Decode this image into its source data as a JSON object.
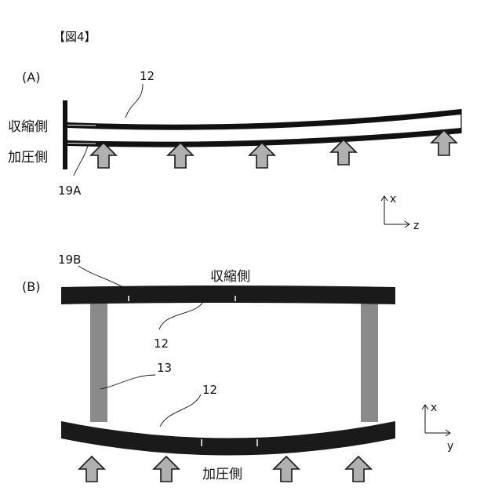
{
  "figure_label": "【図4】",
  "panel_a": {
    "label": "(A)",
    "ref_beam": "12",
    "ref_fixing": "19A",
    "side_top": "収縮側",
    "side_bottom": "加圧側",
    "axis_x": "x",
    "axis_z": "z"
  },
  "panel_b": {
    "label": "(B)",
    "ref_fixing": "19B",
    "side_top": "収縮側",
    "side_bottom": "加圧側",
    "ref_beam_top": "12",
    "ref_spacer": "13",
    "ref_beam_bottom": "12",
    "axis_x": "x",
    "axis_y": "y"
  },
  "colors": {
    "beam": "#1a1a1a",
    "spacer": "#8a8a8a",
    "arrow_fill": "#b0b0b0",
    "arrow_stroke": "#1a1a1a"
  },
  "icons": {
    "pressure_arrow": "up-arrow-icon",
    "axis_indicator": "axis-arrows-icon"
  }
}
